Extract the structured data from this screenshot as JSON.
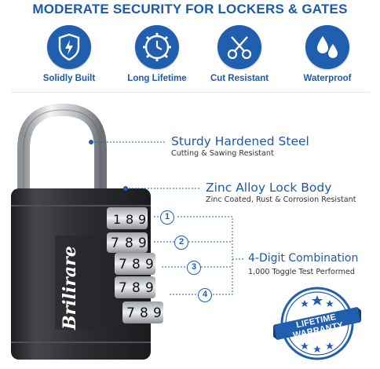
{
  "headline": "MODERATE  SECURITY FOR LOCKERS & GATES",
  "features": [
    {
      "label": "Solidly Built",
      "icon": "shield-icon"
    },
    {
      "label": "Long Lifetime",
      "icon": "gear-clock-icon"
    },
    {
      "label": "Cut Resistant",
      "icon": "scissors-icon"
    },
    {
      "label": "Waterproof",
      "icon": "water-drops-icon"
    }
  ],
  "callouts": {
    "steel": {
      "title": "Sturdy Hardened Steel",
      "subtitle": "Cutting & Sawing Resistant"
    },
    "body": {
      "title": "Zinc Alloy Lock Body",
      "subtitle": "Zinc Coated, Rust & Corrosion Resistant"
    },
    "combo": {
      "title": "4-Digit Combination",
      "subtitle": "1,000 Toggle Test Performed"
    }
  },
  "dial_markers": [
    "1",
    "2",
    "3",
    "4"
  ],
  "brand": "Brilirare",
  "dial_digits": [
    "1",
    "7",
    "8",
    "9"
  ],
  "warranty": {
    "text": "LIFETIME WARRANTY"
  },
  "colors": {
    "accent": "#1f5fae",
    "lock_body": "#2f3134",
    "shackle": "#c9ccd0"
  }
}
